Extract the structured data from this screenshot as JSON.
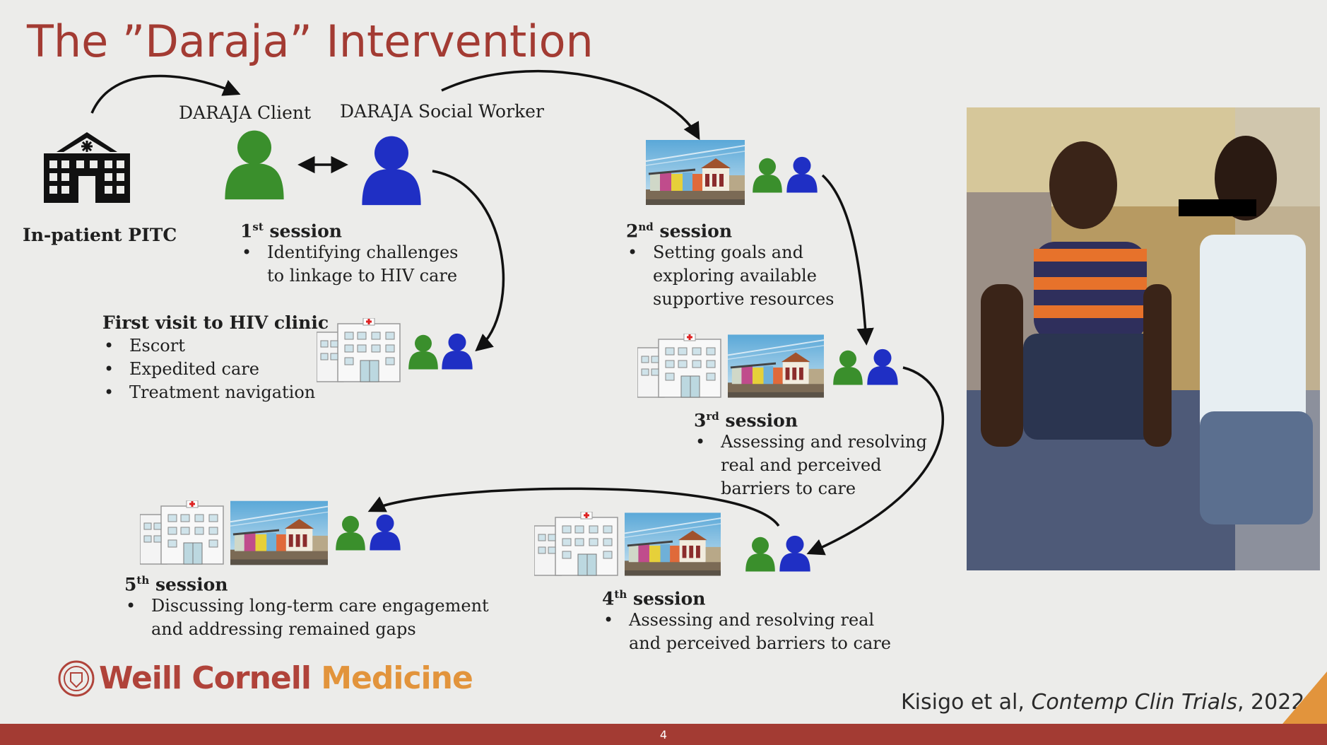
{
  "title": "The ”Daraja” Intervention",
  "roles": {
    "client": "DARAJA Client",
    "social_worker": "DARAJA Social Worker"
  },
  "start": {
    "label": "In-patient PITC"
  },
  "sessions": [
    {
      "num": "1",
      "sup": "st",
      "word": " session",
      "bullets": [
        "Identifying challenges to linkage to HIV care"
      ]
    },
    {
      "num": "2",
      "sup": "nd",
      "word": " session",
      "bullets": [
        "Setting  goals and exploring available supportive resources"
      ]
    },
    {
      "num": "3",
      "sup": "rd",
      "word": " session",
      "bullets": [
        "Assessing  and resolving real and perceived barriers to care"
      ]
    },
    {
      "num": "4",
      "sup": "th",
      "word": " session",
      "bullets": [
        "Assessing  and resolving real and perceived barriers to care"
      ]
    },
    {
      "num": "5",
      "sup": "th",
      "word": " session",
      "bullets": [
        "Discussing long-term care engagement and addressing remained gaps"
      ]
    }
  ],
  "first_visit": {
    "label": "First visit to HIV clinic",
    "bullets": [
      "Escort",
      "Expedited care",
      "Treatment navigation"
    ]
  },
  "logo": {
    "word1": "Weill Cornell",
    "word2": "Medicine"
  },
  "citation": {
    "authors": "Kisigo et al, ",
    "journal": "Contemp Clin Trials",
    "year": ", 2022"
  },
  "page_number": "4",
  "colors": {
    "title": "#a33b33",
    "client": "#3a8f2c",
    "social_worker": "#1f2fc4",
    "bar": "#a33b33",
    "logo_medicine": "#e2943c"
  },
  "icons": [
    "hospital-icon",
    "clinic-building-icon",
    "community-houses-icon",
    "client-person-icon",
    "social-worker-person-icon"
  ]
}
